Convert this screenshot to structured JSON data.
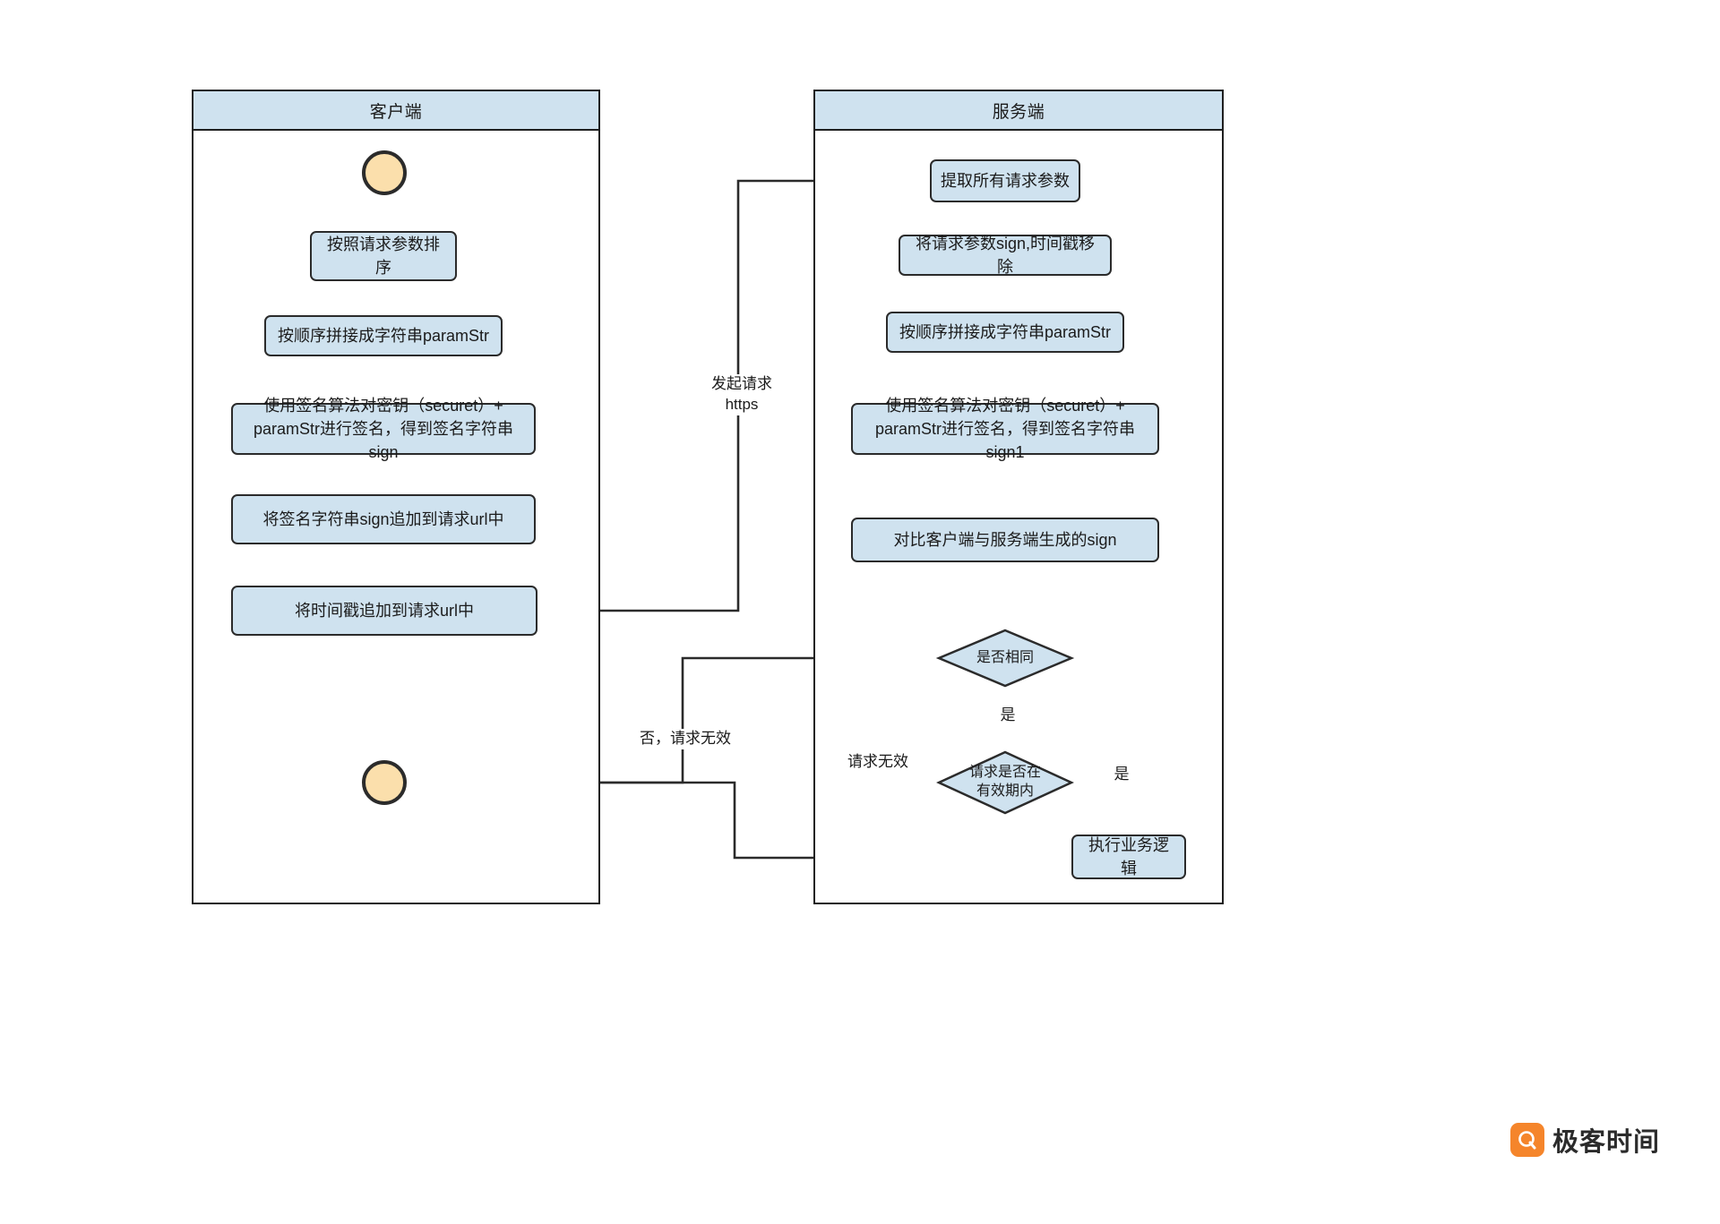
{
  "diagram": {
    "type": "uml-activity-swimlane",
    "title_visible": false,
    "lanes": [
      {
        "id": "client",
        "title": "客户端"
      },
      {
        "id": "server",
        "title": "服务端"
      }
    ],
    "client_nodes": [
      {
        "id": "start",
        "kind": "start-terminal",
        "label": ""
      },
      {
        "id": "c1",
        "kind": "action",
        "label": "按照请求参数排序"
      },
      {
        "id": "c2",
        "kind": "action",
        "label": "按顺序拼接成字符串paramStr"
      },
      {
        "id": "c3",
        "kind": "action",
        "label": "使用签名算法对密钥（securet）+\nparamStr进行签名，得到签名字符串sign"
      },
      {
        "id": "c4",
        "kind": "action",
        "label": "将签名字符串sign追加到请求url中"
      },
      {
        "id": "c5",
        "kind": "action",
        "label": "将时间戳追加到请求url中"
      },
      {
        "id": "end",
        "kind": "end-terminal",
        "label": ""
      }
    ],
    "server_nodes": [
      {
        "id": "s1",
        "kind": "action",
        "label": "提取所有请求参数"
      },
      {
        "id": "s2",
        "kind": "action",
        "label": "将请求参数sign,时间戳移除"
      },
      {
        "id": "s3",
        "kind": "action",
        "label": "按顺序拼接成字符串paramStr"
      },
      {
        "id": "s4",
        "kind": "action",
        "label": "使用签名算法对密钥（securet）+\nparamStr进行签名，得到签名字符串sign1"
      },
      {
        "id": "s5",
        "kind": "action",
        "label": "对比客户端与服务端生成的sign"
      },
      {
        "id": "d1",
        "kind": "decision",
        "label": "是否相同"
      },
      {
        "id": "d2",
        "kind": "decision",
        "label": "请求是否在\n有效期内"
      },
      {
        "id": "s6",
        "kind": "action",
        "label": "执行业务逻辑"
      }
    ],
    "edge_labels": [
      {
        "id": "e-request",
        "label": "发起请求\nhttps"
      },
      {
        "id": "e-d1-yes",
        "label": "是"
      },
      {
        "id": "e-d1-no",
        "label": "否，请求无效"
      },
      {
        "id": "e-d2-no",
        "label": "请求无效"
      },
      {
        "id": "e-d2-yes",
        "label": "是"
      }
    ],
    "watermark": {
      "text": "极客时间",
      "badge_glyph": "Q",
      "accent": "#f5852b"
    },
    "colors": {
      "node_fill": "#cfe2ef",
      "node_stroke": "#2b2b2b",
      "terminal_fill": "#fbdfac",
      "lane_header_fill": "#cfe2ef",
      "background": "#ffffff",
      "text": "#1b1b1b"
    }
  }
}
